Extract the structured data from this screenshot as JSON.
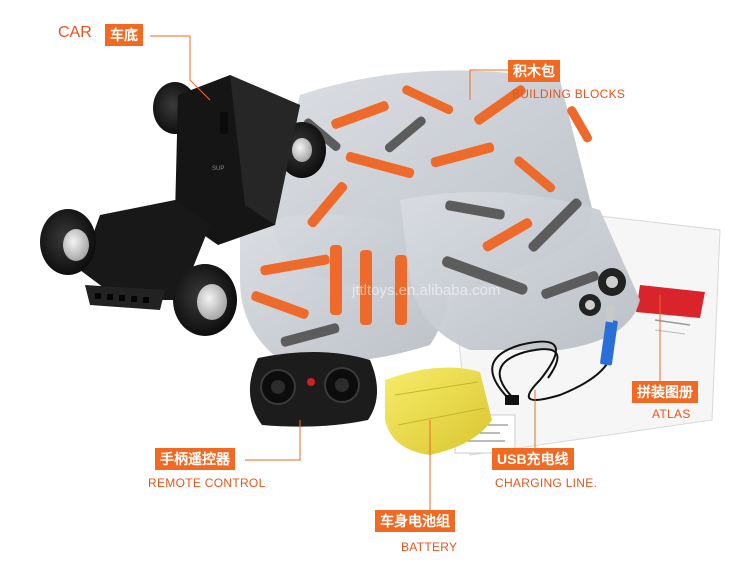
{
  "labels": {
    "car": {
      "en": "CAR",
      "zh": "车底"
    },
    "building_blocks": {
      "zh": "积木包",
      "en": "BUILDING BLOCKS"
    },
    "atlas": {
      "zh": "拼装图册",
      "en": "ATLAS"
    },
    "remote": {
      "zh": "手柄遥控器",
      "en": "REMOTE CONTROL"
    },
    "usb": {
      "zh": "USB充电线",
      "en": "CHARGING LINE."
    },
    "battery": {
      "zh": "车身电池组",
      "en": "BATTERY"
    }
  },
  "watermark": "jttltoys.en.alibaba.com",
  "colors": {
    "accent": "#f26a21",
    "accent_text": "#e8541c",
    "leader_line": "#f26a21",
    "car_body": "#151515",
    "battery": "#f0e24a",
    "blocks_orange": "#ee6a2a",
    "blocks_gray": "#6e6e6e"
  }
}
